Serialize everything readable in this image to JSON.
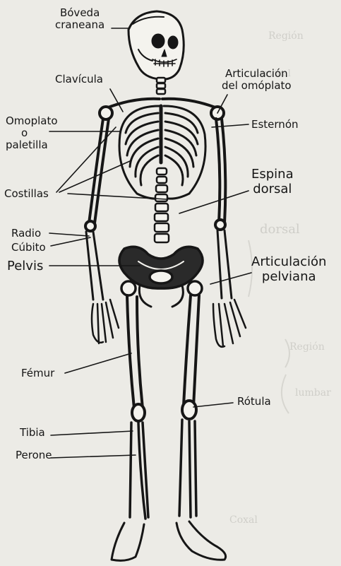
{
  "labels": {
    "boveda": [
      "Bóveda",
      "craneana"
    ],
    "clavicula": "Clavícula",
    "articulacion_omoplato": [
      "Articulación",
      "del omóplato"
    ],
    "omoplato": [
      "Omoplato",
      "o",
      "paletilla"
    ],
    "esternon": "Esternón",
    "costillas": "Costillas",
    "espina": [
      "Espina",
      "dorsal"
    ],
    "radio": "Radio",
    "cubito": "Cúbito",
    "pelvis": "Pelvis",
    "articulacion_pelviana": [
      "Articulación",
      "pelviana"
    ],
    "femur": "Fémur",
    "rotula": "Rótula",
    "tibia": "Tibia",
    "perone": "Perone"
  },
  "colors": {
    "paper": "#ecebe6",
    "ink": "#161616",
    "bleed": "#b9b8b2"
  }
}
